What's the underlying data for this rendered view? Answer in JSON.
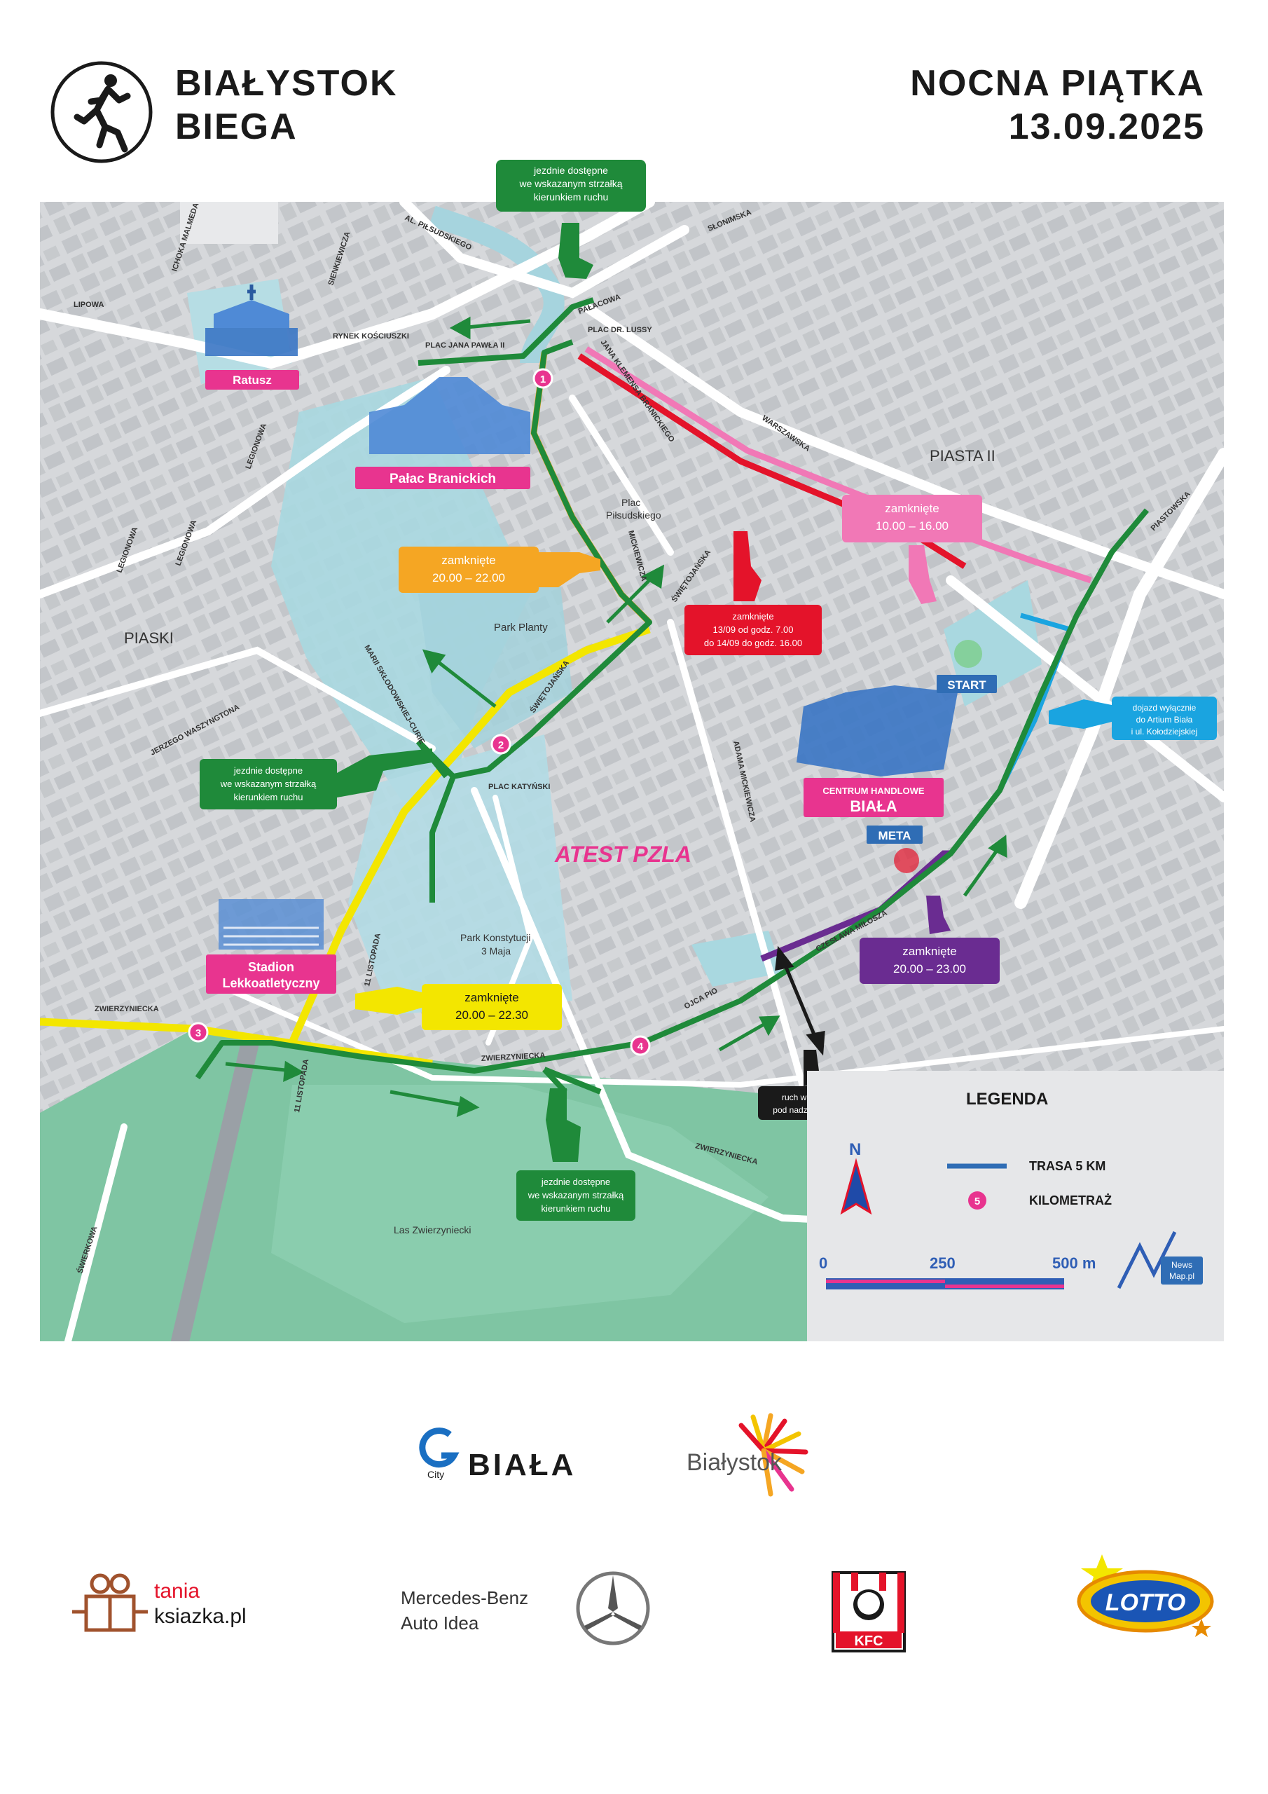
{
  "header": {
    "brand_line1": "BIAŁYSTOK",
    "brand_line2": "BIEGA",
    "event_name": "NOCNA PIĄTKA",
    "event_date": "13.09.2025"
  },
  "map": {
    "streets": {
      "pilsudskiego": "AL. PIŁSUDSKIEGO",
      "slonimska": "SŁONIMSKA",
      "palacowa": "PAŁACOWA",
      "ickowa_malmeda": "ICHOKA MALMEDA",
      "sienkiewicza": "SIENKIEWICZA",
      "lipowa": "LIPOWA",
      "rynek": "RYNEK KOŚCIUSZKI",
      "plac_jp2": "PLAC JANA PAWŁA II",
      "plac_lussy": "PLAC DR. LUSSY",
      "branickiego": "JANA KLEMENSA BRANICKIEGO",
      "warszawska": "WARSZAWSKA",
      "legionowa1": "LEGIONOWA",
      "legionowa2": "LEGIONOWA",
      "legionowa3": "LEGIONOWA",
      "swietojanska1": "ŚWIĘTOJAŃSKA",
      "swietojanska2": "ŚWIĘTOJAŃSKA",
      "mickiewicza": "MICKIEWICZA",
      "piastowska": "PIASTOWSKA",
      "sklodowskiej": "MARII SKŁODOWSKIEJ-CURIE",
      "waszyngtona": "JERZEGO WASZYNGTONA",
      "plac_katynski": "PLAC KATYŃSKI",
      "adama_mickiewicza": "ADAMA MICKIEWICZA",
      "listopada1": "11 LISTOPADA",
      "listopada2": "11 LISTOPADA",
      "zwierzyniecka1": "ZWIERZYNIECKA",
      "zwierzyniecka2": "ZWIERZYNIECKA",
      "zwierzyniecka3": "ZWIERZYNIECKA",
      "ojca_pio": "OJCA PIO",
      "milosza": "CZESŁAWA MIŁOSZA",
      "swierkowa": "ŚWIERKOWA"
    },
    "places": {
      "piasta": "PIASTA II",
      "piaski": "PIASKI",
      "plac_pilsudskiego_1": "Plac",
      "plac_pilsudskiego_2": "Piłsudskiego",
      "park_planty": "Park Planty",
      "park_konstytucji_1": "Park Konstytucji",
      "park_konstytucji_2": "3 Maja",
      "las": "Las Zwierzyniecki",
      "atest": "ATEST PZLA"
    },
    "landmarks": {
      "ratusz": "Ratusz",
      "palac": "Pałac Branickich",
      "stadion_1": "Stadion",
      "stadion_2": "Lekkoatletyczny",
      "centrum_1": "CENTRUM HANDLOWE",
      "centrum_2": "BIAŁA",
      "start": "START",
      "meta": "META"
    },
    "callouts": {
      "top_green": [
        "jezdnie dostępne",
        "we wskazanym strzałką",
        "kierunkiem ruchu"
      ],
      "left_green": [
        "jezdnie dostępne",
        "we wskazanym strzałką",
        "kierunkiem ruchu"
      ],
      "bottom_green": [
        "jezdnie dostępne",
        "we wskazanym strzałką",
        "kierunkiem ruchu"
      ],
      "pink": [
        "zamknięte",
        "10.00 – 16.00"
      ],
      "orange": [
        "zamknięte",
        "20.00 – 22.00"
      ],
      "red": [
        "zamknięte",
        "13/09 od godz. 7.00",
        "do 14/09 do godz. 16.00"
      ],
      "blue": [
        "dojazd wyłącznie",
        "do Artium Biała",
        "i ul. Kołodziejskiej"
      ],
      "purple": [
        "zamknięte",
        "20.00 – 23.00"
      ],
      "yellow": [
        "zamknięte",
        "20.00 – 22.30"
      ],
      "black": [
        "ruch wahadłowy",
        "pod nadzorem Policji"
      ]
    },
    "km_markers": [
      "1",
      "2",
      "3",
      "4"
    ],
    "colors": {
      "route_green": "#1f8a3a",
      "orange": "#f5a623",
      "yellow": "#f3e600",
      "red": "#e4132a",
      "pink": "#f178b6",
      "purple": "#6a2c91",
      "blue": "#1aa4e0",
      "magenta": "#e8348f"
    }
  },
  "legend": {
    "title": "LEGENDA",
    "north": "N",
    "route_label": "TRASA 5 KM",
    "km_sample": "5",
    "km_label": "KILOMETRAŻ",
    "scale": [
      "0",
      "250",
      "500 m"
    ],
    "newsmap_1": "News",
    "newsmap_2": "Map.pl"
  },
  "sponsors": {
    "gcity_small": "City",
    "biala": "BIAŁA",
    "bialystok": "Białystok",
    "tania": "tania",
    "ksiazka": "ksiazka.pl",
    "mercedes_1": "Mercedes-Benz",
    "mercedes_2": "Auto Idea",
    "kfc": "KFC",
    "lotto": "LOTTO"
  }
}
